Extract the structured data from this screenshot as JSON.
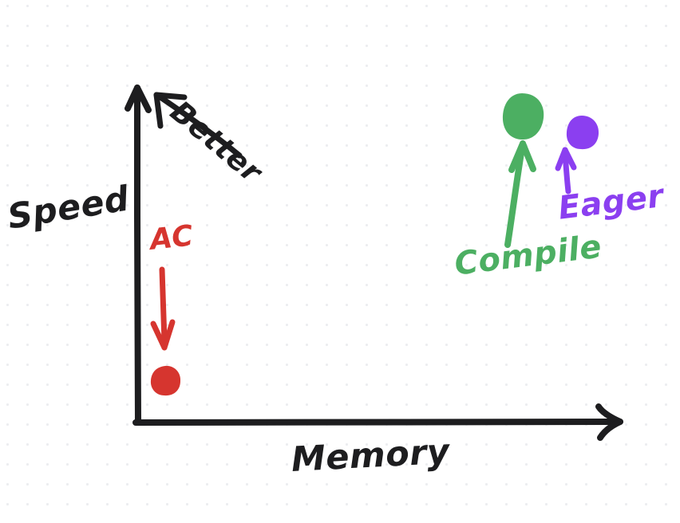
{
  "chart_data": {
    "type": "scatter",
    "title": "",
    "style": "hand-drawn sketch on dotted grid paper",
    "xlabel": "Memory",
    "ylabel": "Speed",
    "axis_arrows": "both axes end in arrowheads pointing in the increasing direction",
    "grid": "light gray square dot grid background",
    "legend": "none (points labeled inline with arrows)",
    "direction_note": {
      "label": "Better",
      "meaning": "up and to the left is better (higher speed, lower memory)"
    },
    "points": [
      {
        "label": "AC",
        "color": "#d6352f",
        "x_position": "low memory",
        "y_position": "low speed",
        "annotation_arrow": "downward arrow from the AC label to the red dot"
      },
      {
        "label": "Compile",
        "color": "#4caf62",
        "x_position": "high memory",
        "y_position": "high speed",
        "annotation_arrow": "upward curved arrow from the Compile label to the green dot"
      },
      {
        "label": "Eager",
        "color": "#8b3ff0",
        "x_position": "high memory",
        "y_position": "high speed (slightly below Compile)",
        "annotation_arrow": "short upward arrow from the Eager label to the purple dot"
      }
    ],
    "colors": {
      "ink": "#1d1d1f",
      "ac": "#d6352f",
      "compile": "#4caf62",
      "eager": "#8b3ff0",
      "background": "#ffffff",
      "grid_dot": "#ecedf0"
    }
  },
  "axes": {
    "y_label": "Speed",
    "x_label": "Memory"
  },
  "annotations": {
    "better": "Better",
    "ac": "AC",
    "compile": "Compile",
    "eager": "Eager"
  }
}
